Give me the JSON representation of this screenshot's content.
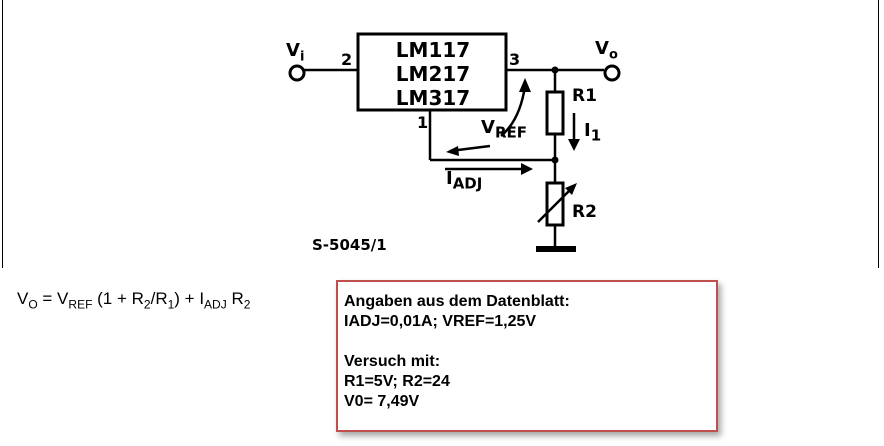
{
  "circuit": {
    "ic_lines": [
      "LM117",
      "LM217",
      "LM317"
    ],
    "input_label": "V",
    "input_sub": "i",
    "output_label": "V",
    "output_sub": "o",
    "pin_in": "2",
    "pin_out": "3",
    "pin_adj": "1",
    "r1": "R1",
    "r2": "R2",
    "vref": "V",
    "vref_sub": "REF",
    "i1": "I",
    "i1_sub": "1",
    "iadj": "I",
    "iadj_sub": "ADJ",
    "figure_code": "S-5045/1"
  },
  "formula": {
    "v": "V",
    "v_sub": "O",
    "eq": " = V",
    "vref_sub": "REF",
    "p1": " (1 + R",
    "r2_sub": "2",
    "slash": "/R",
    "r1_sub": "1",
    "p2": ") + I",
    "iadj_sub": "ADJ",
    "p3": " R",
    "r2b_sub": "2"
  },
  "note": {
    "line1": "Angaben aus dem Datenblatt:",
    "line2": "IADJ=0,01A; VREF=1,25V",
    "line3": "",
    "line4": "Versuch mit:",
    "line5": "R1=5V; R2=24",
    "line6": "V0= 7,49V"
  }
}
